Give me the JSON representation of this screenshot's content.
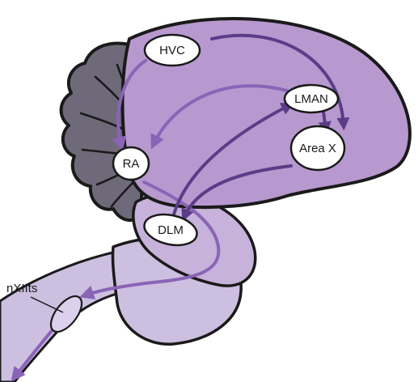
{
  "labels": {
    "hvc": "HVC",
    "lman": "LMAN",
    "area_x": "Area X",
    "ra": "RA",
    "dlm": "DLM",
    "nxiits": "nXIIts"
  },
  "colors": {
    "outline": "#1a1a1a",
    "cerebrum_fill": "#b799cf",
    "cerebellum_fill": "#6f6a7a",
    "thalamus_fill": "#c6b2da",
    "brainstem_fill": "#cdbfe0",
    "light_pathway": "#8a64b6",
    "dark_pathway": "#5c3c87",
    "nucleus_fill": "#ffffff"
  }
}
